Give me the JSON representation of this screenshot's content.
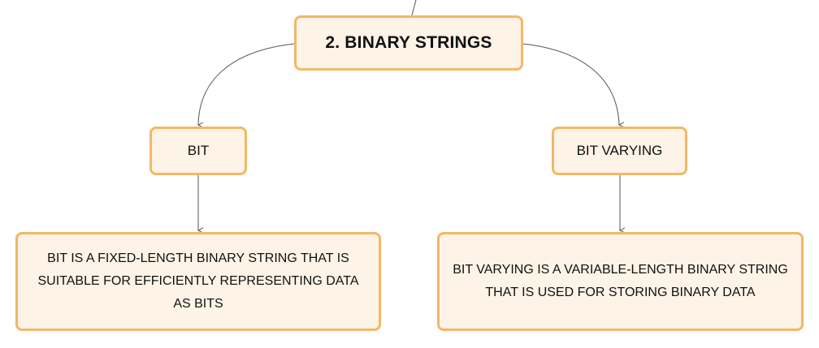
{
  "diagram": {
    "root": {
      "label": "2. BINARY STRINGS"
    },
    "children": [
      {
        "label": "BIT",
        "description": "BIT IS A FIXED-LENGTH BINARY STRING THAT IS SUITABLE FOR EFFICIENTLY REPRESENTING DATA AS BITS"
      },
      {
        "label": "BIT VARYING",
        "description": "BIT VARYING IS A VARIABLE-LENGTH BINARY STRING THAT IS USED FOR STORING BINARY DATA"
      }
    ]
  },
  "colors": {
    "node_fill": "#fdf3e6",
    "node_border": "#f2b866",
    "connector": "#555555",
    "text": "#111111"
  }
}
